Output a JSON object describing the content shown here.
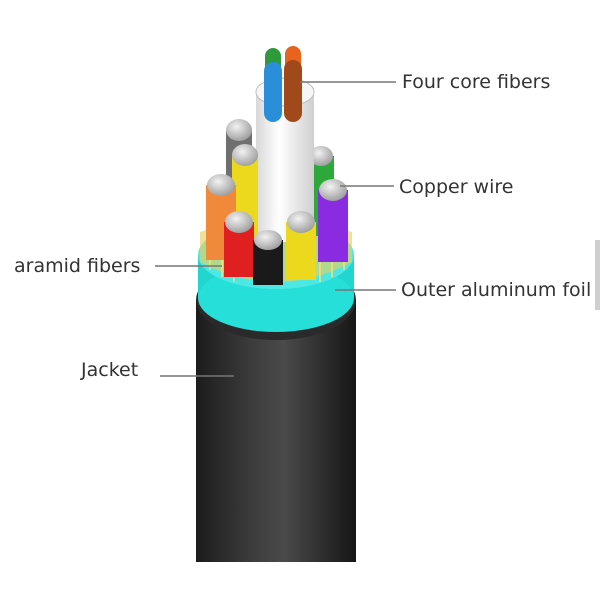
{
  "labels": {
    "four_core_fibers": "Four core fibers",
    "copper_wire": "Copper wire",
    "aramid_fibers": "aramid fibers",
    "outer_aluminum_foil": "Outer aluminum foil",
    "jacket": "Jacket"
  },
  "colors": {
    "jacket": "#2b2b2b",
    "foil": "#2ee6e0",
    "aramid": "#e8d060",
    "fiber_green": "#2e9a3c",
    "fiber_blue": "#2a8fd8",
    "fiber_orange": "#e8641e",
    "fiber_brown": "#a04a1c",
    "wire_yellow": "#ecd91e",
    "wire_red": "#e02020",
    "wire_black": "#1a1a1a",
    "wire_purple": "#8a2be2",
    "wire_orange": "#f08a3a",
    "wire_green": "#2ea83a",
    "wire_gray": "#7a7a7a",
    "copper_strand": "#c8c8c8"
  }
}
